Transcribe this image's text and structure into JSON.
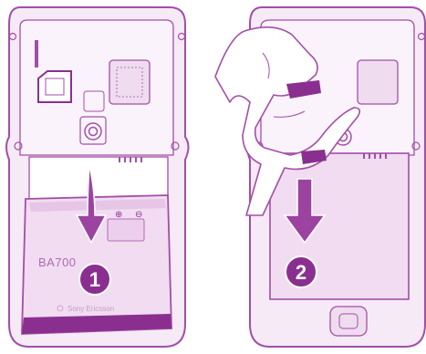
{
  "diagram": {
    "panels": [
      {
        "step": {
          "number": "1"
        },
        "battery": {
          "model": "BA700",
          "brand": "Sony Ericsson",
          "plus_symbol": "⊕",
          "minus_symbol": "⊖"
        }
      },
      {
        "step": {
          "number": "2"
        }
      }
    ]
  },
  "colors": {
    "outline": "#a34ea8",
    "phone_fill": "#f6eaf6",
    "inner_fill": "#fbf3fb",
    "battery_fill": "#f1dcf1",
    "accent": "#8a2f90",
    "arrow": "#9c43a2",
    "badge_text": "#ffffff"
  },
  "icons": {
    "step_1_arrow": "arrow-down-icon",
    "step_2_arrow": "arrow-down-icon",
    "hand": "hand-icon",
    "camera": "camera-lens-icon"
  }
}
